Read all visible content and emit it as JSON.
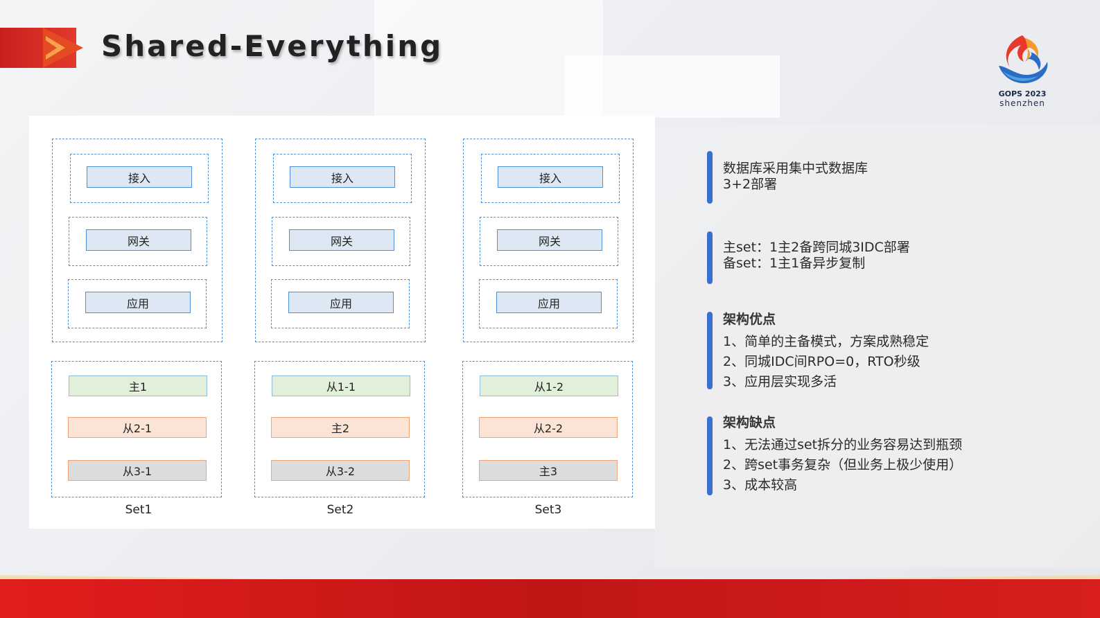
{
  "header": {
    "title": "Shared-Everything"
  },
  "logo": {
    "line1": "GOPS 2023",
    "line2": "shenzhen"
  },
  "sets": [
    {
      "label": "Set1",
      "services": [
        "接入",
        "网关",
        "应用"
      ],
      "db": [
        "主1",
        "从2-1",
        "从3-1"
      ]
    },
    {
      "label": "Set2",
      "services": [
        "接入",
        "网关",
        "应用"
      ],
      "db": [
        "从1-1",
        "主2",
        "从3-2"
      ]
    },
    {
      "label": "Set3",
      "services": [
        "接入",
        "网关",
        "应用"
      ],
      "db": [
        "从1-2",
        "从2-2",
        "主3"
      ]
    }
  ],
  "notes": {
    "db_lines": [
      "数据库采用集中式数据库",
      "3+2部署"
    ],
    "set_lines": [
      "主set：1主2备跨同城3IDC部署",
      "备set：1主1备异步复制"
    ],
    "pros": {
      "heading": "架构优点",
      "items": [
        "1、简单的主备模式，方案成熟稳定",
        "2、同城IDC间RPO=0，RTO秒级",
        "3、应用层实现多活"
      ]
    },
    "cons": {
      "heading": "架构缺点",
      "items": [
        "1、无法通过set拆分的业务容易达到瓶颈",
        "2、跨set事务复杂（但业务上极少使用）",
        "3、成本较高"
      ]
    }
  },
  "colors": {
    "accent_blue": "#3a6fd0",
    "dashed_border": "#4d8fd6",
    "title_red": "#c81e1e",
    "box_blue": "#dde8f4",
    "box_green": "#e2efda",
    "box_orange": "#fbe4d6",
    "box_gray": "#dcdcdc"
  }
}
